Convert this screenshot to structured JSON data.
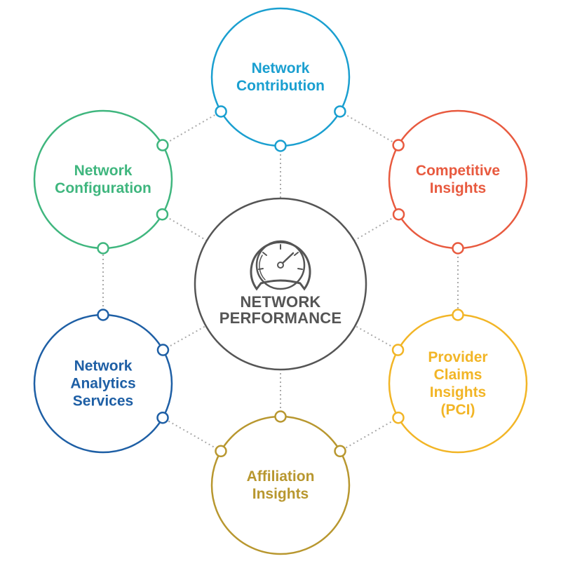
{
  "center": {
    "title_lines": [
      "NETWORK",
      "PERFORMANCE"
    ],
    "icon": "speedometer-icon",
    "color": "#555555"
  },
  "nodes": [
    {
      "id": "network-contribution",
      "lines": [
        "Network",
        "Contribution"
      ],
      "color": "#1a9fd0"
    },
    {
      "id": "competitive-insights",
      "lines": [
        "Competitive",
        "Insights"
      ],
      "color": "#e85a3f"
    },
    {
      "id": "provider-claims-insights",
      "lines": [
        "Provider",
        "Claims",
        "Insights",
        "(PCI)"
      ],
      "color": "#f2b526"
    },
    {
      "id": "affiliation-insights",
      "lines": [
        "Affiliation",
        "Insights"
      ],
      "color": "#b8972f"
    },
    {
      "id": "network-analytics-services",
      "lines": [
        "Network",
        "Analytics",
        "Services"
      ],
      "color": "#1e5fa5"
    },
    {
      "id": "network-configuration",
      "lines": [
        "Network",
        "Configuration"
      ],
      "color": "#3fb67e"
    }
  ],
  "connector_color": "#aaaaaa"
}
